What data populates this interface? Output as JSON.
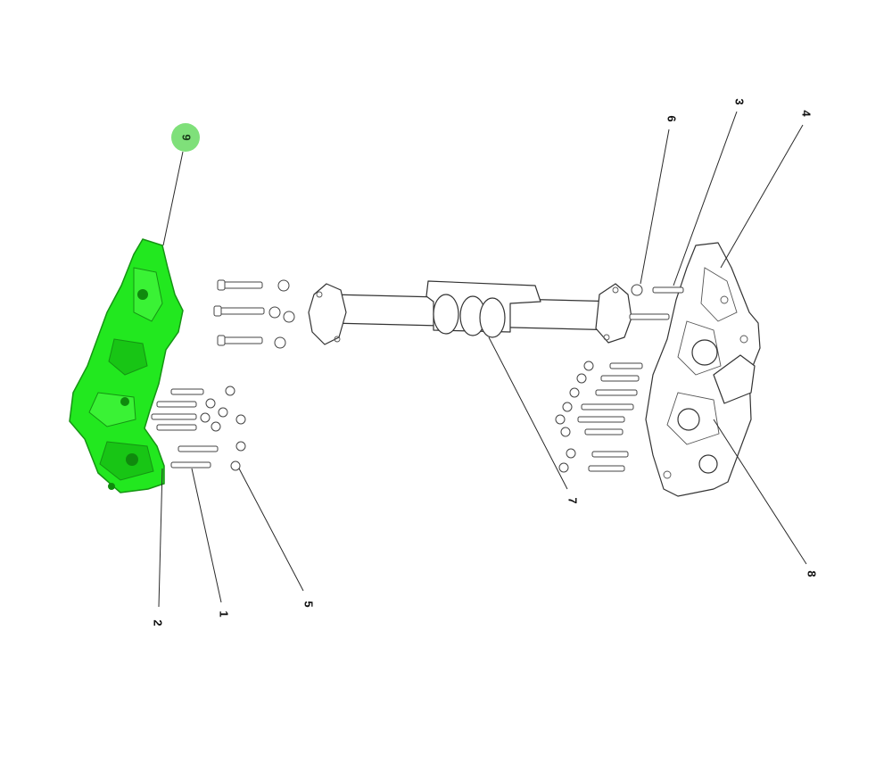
{
  "callouts": {
    "c1": "1",
    "c2": "2",
    "c3": "3",
    "c4": "4",
    "c5": "5",
    "c6": "6",
    "c7": "7",
    "c8": "8",
    "c9": "9"
  },
  "colors": {
    "highlight": "#22e81f",
    "highlight_callout": "#7fe07a",
    "line": "#333333"
  },
  "highlighted_part": "9"
}
